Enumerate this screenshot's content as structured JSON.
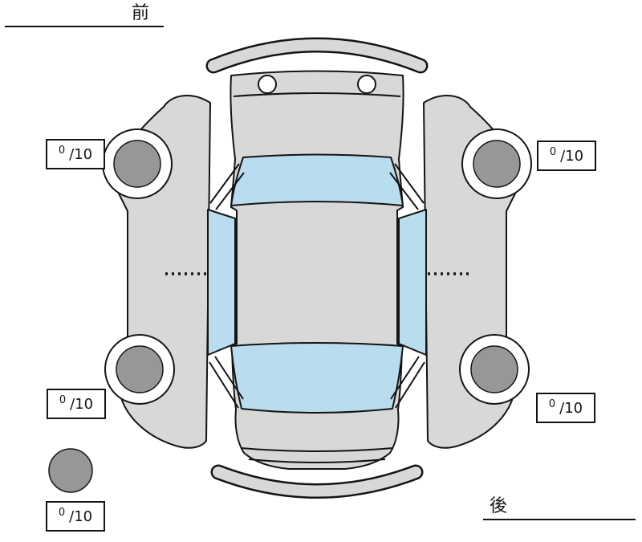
{
  "diagram": {
    "type": "vehicle-condition-unfolded-top-view",
    "front_label": "前",
    "rear_label": "後"
  },
  "tread_scores": {
    "front_left": {
      "value": "0",
      "denominator": "/10"
    },
    "front_right": {
      "value": "0",
      "denominator": "/10"
    },
    "rear_left": {
      "value": "0",
      "denominator": "/10"
    },
    "rear_right": {
      "value": "0",
      "denominator": "/10"
    },
    "spare": {
      "value": "0",
      "denominator": "/10"
    }
  },
  "colors": {
    "bg": "#ffffff",
    "body": "#d8d8d8",
    "glass": "#b9ddee",
    "tire": "#979797",
    "outline": "#141414"
  }
}
